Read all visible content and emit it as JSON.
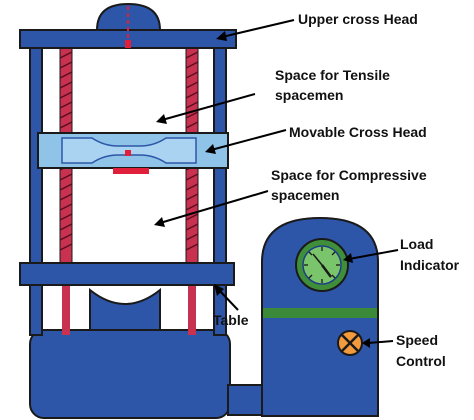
{
  "colors": {
    "frame": "#2d56a8",
    "frame_dark": "#1e3f86",
    "movable_head": "#8fc3e8",
    "screw": "#c8314f",
    "red_marker": "#e0203a",
    "dial_green": "#3f8f3a",
    "dial_face": "#7ac46b",
    "band_green": "#3a8a3a",
    "knob_orange": "#f29a3c"
  },
  "labels": {
    "upper_cross_head": "Upper cross Head",
    "tensile_space_line1": "Space for Tensile",
    "tensile_space_line2": "spacemen",
    "movable_cross_head": "Movable Cross Head",
    "compressive_space_line1": "Space for Compressive",
    "compressive_space_line2": "spacemen",
    "load_indicator_line1": "Load",
    "load_indicator_line2": "Indicator",
    "table": "Table",
    "speed_control_line1": "Speed",
    "speed_control_line2": "Control"
  }
}
